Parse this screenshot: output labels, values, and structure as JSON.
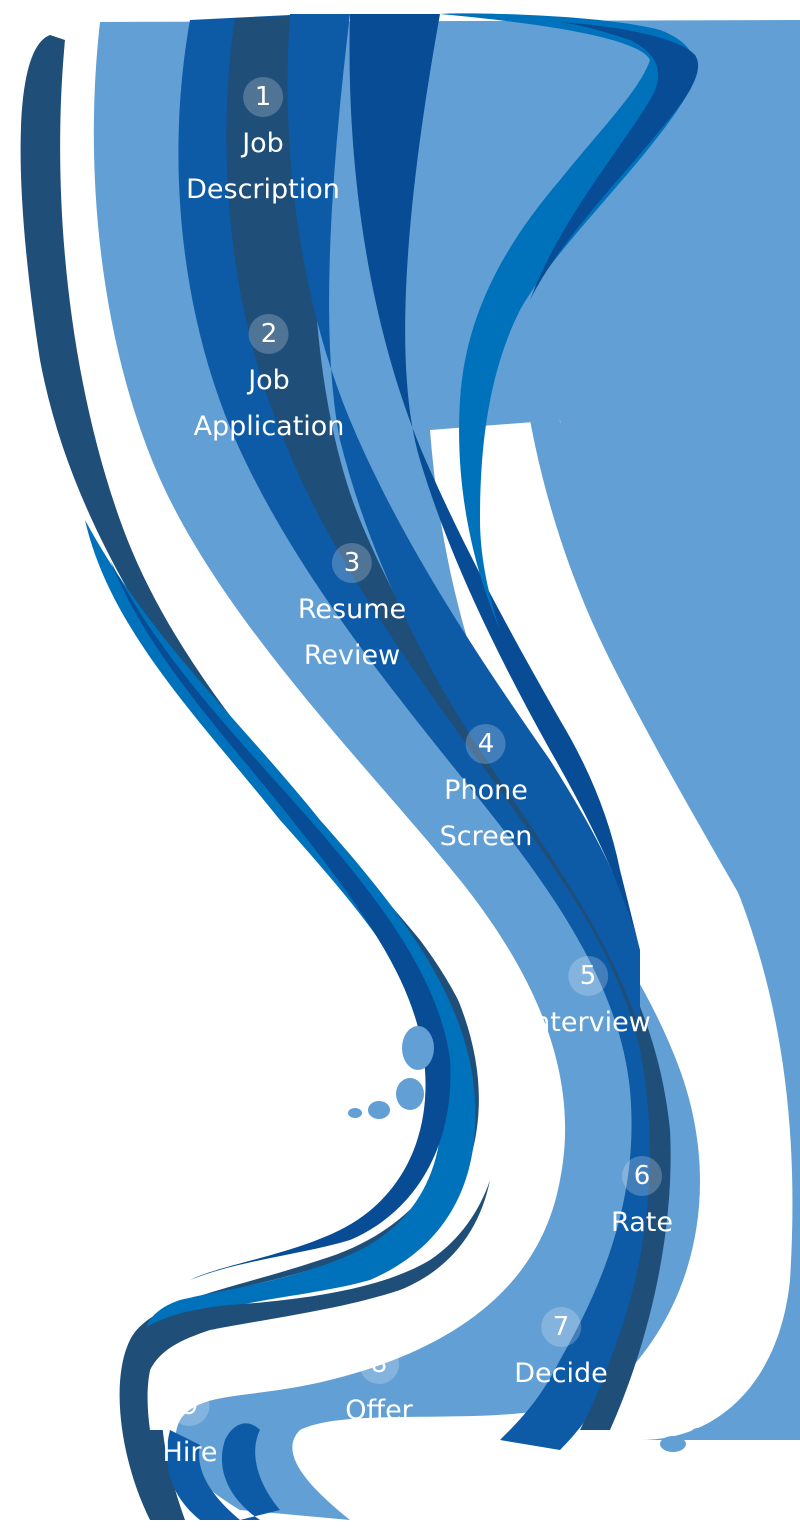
{
  "colors": {
    "light_blue": "#629fd4",
    "navy": "#1f4e79",
    "royal": "#0d5aa7",
    "bright": "#0072bb",
    "deep": "#074c94",
    "white": "#ffffff"
  },
  "steps": [
    {
      "number": "1",
      "line1": "Job",
      "line2": "Description"
    },
    {
      "number": "2",
      "line1": "Job",
      "line2": "Application"
    },
    {
      "number": "3",
      "line1": "Resume",
      "line2": "Review"
    },
    {
      "number": "4",
      "line1": "Phone",
      "line2": "Screen"
    },
    {
      "number": "5",
      "line1": "Interview",
      "line2": ""
    },
    {
      "number": "6",
      "line1": "Rate",
      "line2": ""
    },
    {
      "number": "7",
      "line1": "Decide",
      "line2": ""
    },
    {
      "number": "8",
      "line1": "Offer",
      "line2": ""
    },
    {
      "number": "9",
      "line1": "Hire",
      "line2": ""
    }
  ]
}
